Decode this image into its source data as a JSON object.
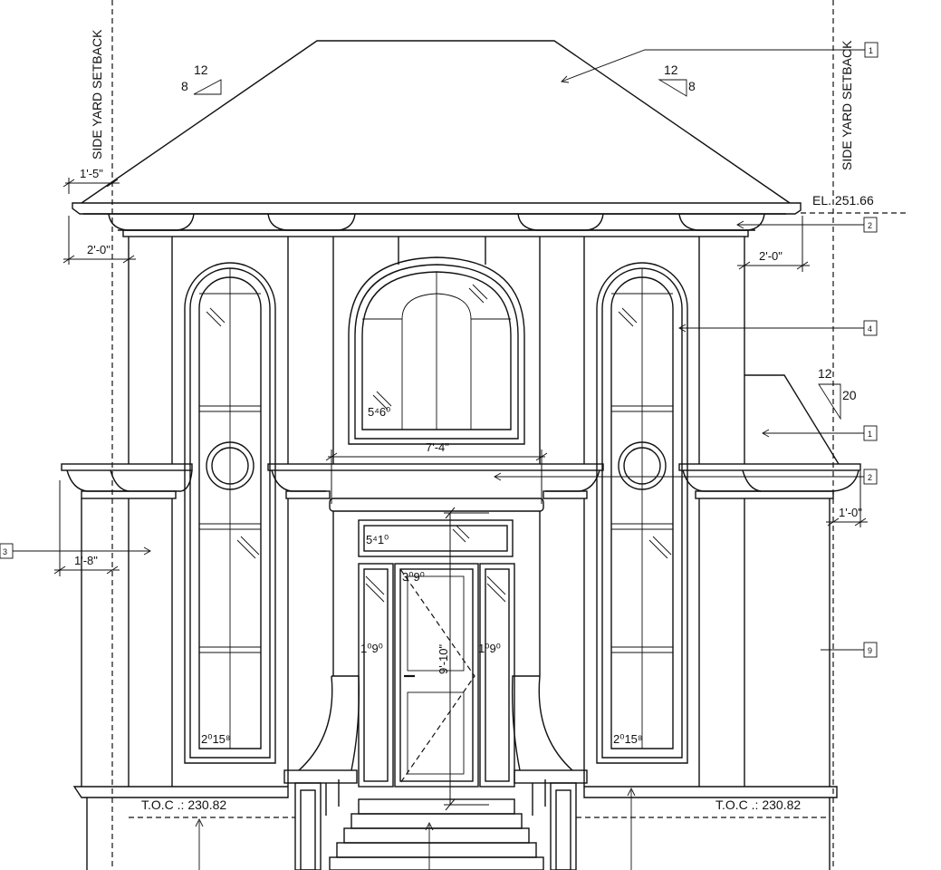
{
  "setback": {
    "left": "SIDE YARD SETBACK",
    "right": "SIDE YARD SETBACK"
  },
  "roof_pitch": {
    "left_run": "12",
    "left_rise": "8",
    "right_run": "12",
    "right_rise": "8",
    "porch_run": "12",
    "porch_rise": "20"
  },
  "elevations": {
    "roof_top": "EL. 251.66",
    "toc_left": "T.O.C .: 230.82",
    "toc_right": "T.O.C .: 230.82"
  },
  "dimensions": {
    "eave_overhang": "1'-5\"",
    "left_frieze": "2'-0\"",
    "right_frieze": "2'-0\"",
    "porch_span": "7'-4\"",
    "right_cornice": "1'-0\"",
    "left_cornice": "1'-8\"",
    "door_height": "9'-10\""
  },
  "window_sizes": {
    "arched_center": "5⁴6⁰",
    "left_tall": "2⁰15⁸",
    "right_tall": "2⁰15⁸",
    "transom": "5⁴1⁰",
    "door": "3⁰9⁰",
    "left_sidelight": "1⁰9⁰",
    "right_sidelight": "1⁰9⁰"
  },
  "tags": [
    "1",
    "2",
    "4",
    "1",
    "2",
    "3",
    "9"
  ]
}
